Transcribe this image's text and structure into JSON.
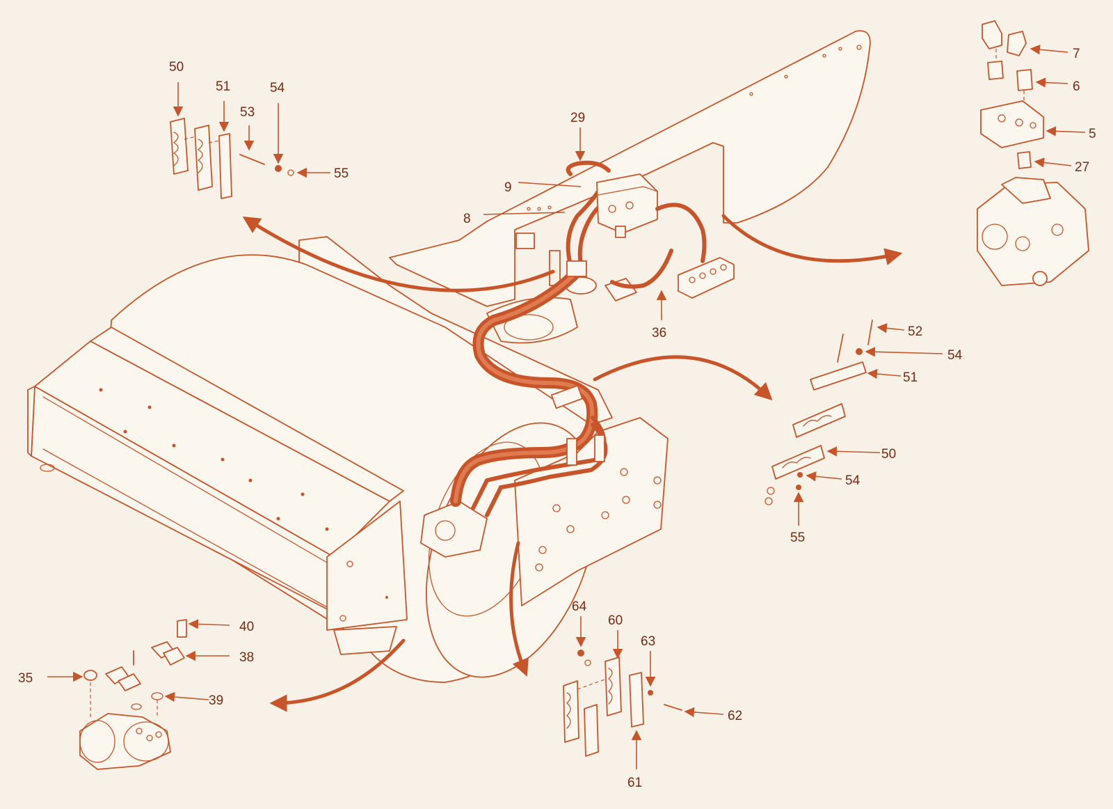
{
  "diagram": {
    "labels": [
      {
        "id": "lbl-50-a",
        "text": "50"
      },
      {
        "id": "lbl-51-a",
        "text": "51"
      },
      {
        "id": "lbl-54-a",
        "text": "54"
      },
      {
        "id": "lbl-53",
        "text": "53"
      },
      {
        "id": "lbl-55-a",
        "text": "55"
      },
      {
        "id": "lbl-29",
        "text": "29"
      },
      {
        "id": "lbl-9",
        "text": "9"
      },
      {
        "id": "lbl-8",
        "text": "8"
      },
      {
        "id": "lbl-36",
        "text": "36"
      },
      {
        "id": "lbl-7",
        "text": "7"
      },
      {
        "id": "lbl-6",
        "text": "6"
      },
      {
        "id": "lbl-5",
        "text": "5"
      },
      {
        "id": "lbl-27",
        "text": "27"
      },
      {
        "id": "lbl-52",
        "text": "52"
      },
      {
        "id": "lbl-54-b",
        "text": "54"
      },
      {
        "id": "lbl-51-b",
        "text": "51"
      },
      {
        "id": "lbl-50-b",
        "text": "50"
      },
      {
        "id": "lbl-54-c",
        "text": "54"
      },
      {
        "id": "lbl-55-b",
        "text": "55"
      },
      {
        "id": "lbl-40",
        "text": "40"
      },
      {
        "id": "lbl-38",
        "text": "38"
      },
      {
        "id": "lbl-35",
        "text": "35"
      },
      {
        "id": "lbl-39",
        "text": "39"
      },
      {
        "id": "lbl-64",
        "text": "64"
      },
      {
        "id": "lbl-60",
        "text": "60"
      },
      {
        "id": "lbl-63",
        "text": "63"
      },
      {
        "id": "lbl-62",
        "text": "62"
      },
      {
        "id": "lbl-61",
        "text": "61"
      }
    ],
    "colors": {
      "line": "#c8552a",
      "background": "#f7f1e8",
      "label": "#7a2a10"
    }
  }
}
